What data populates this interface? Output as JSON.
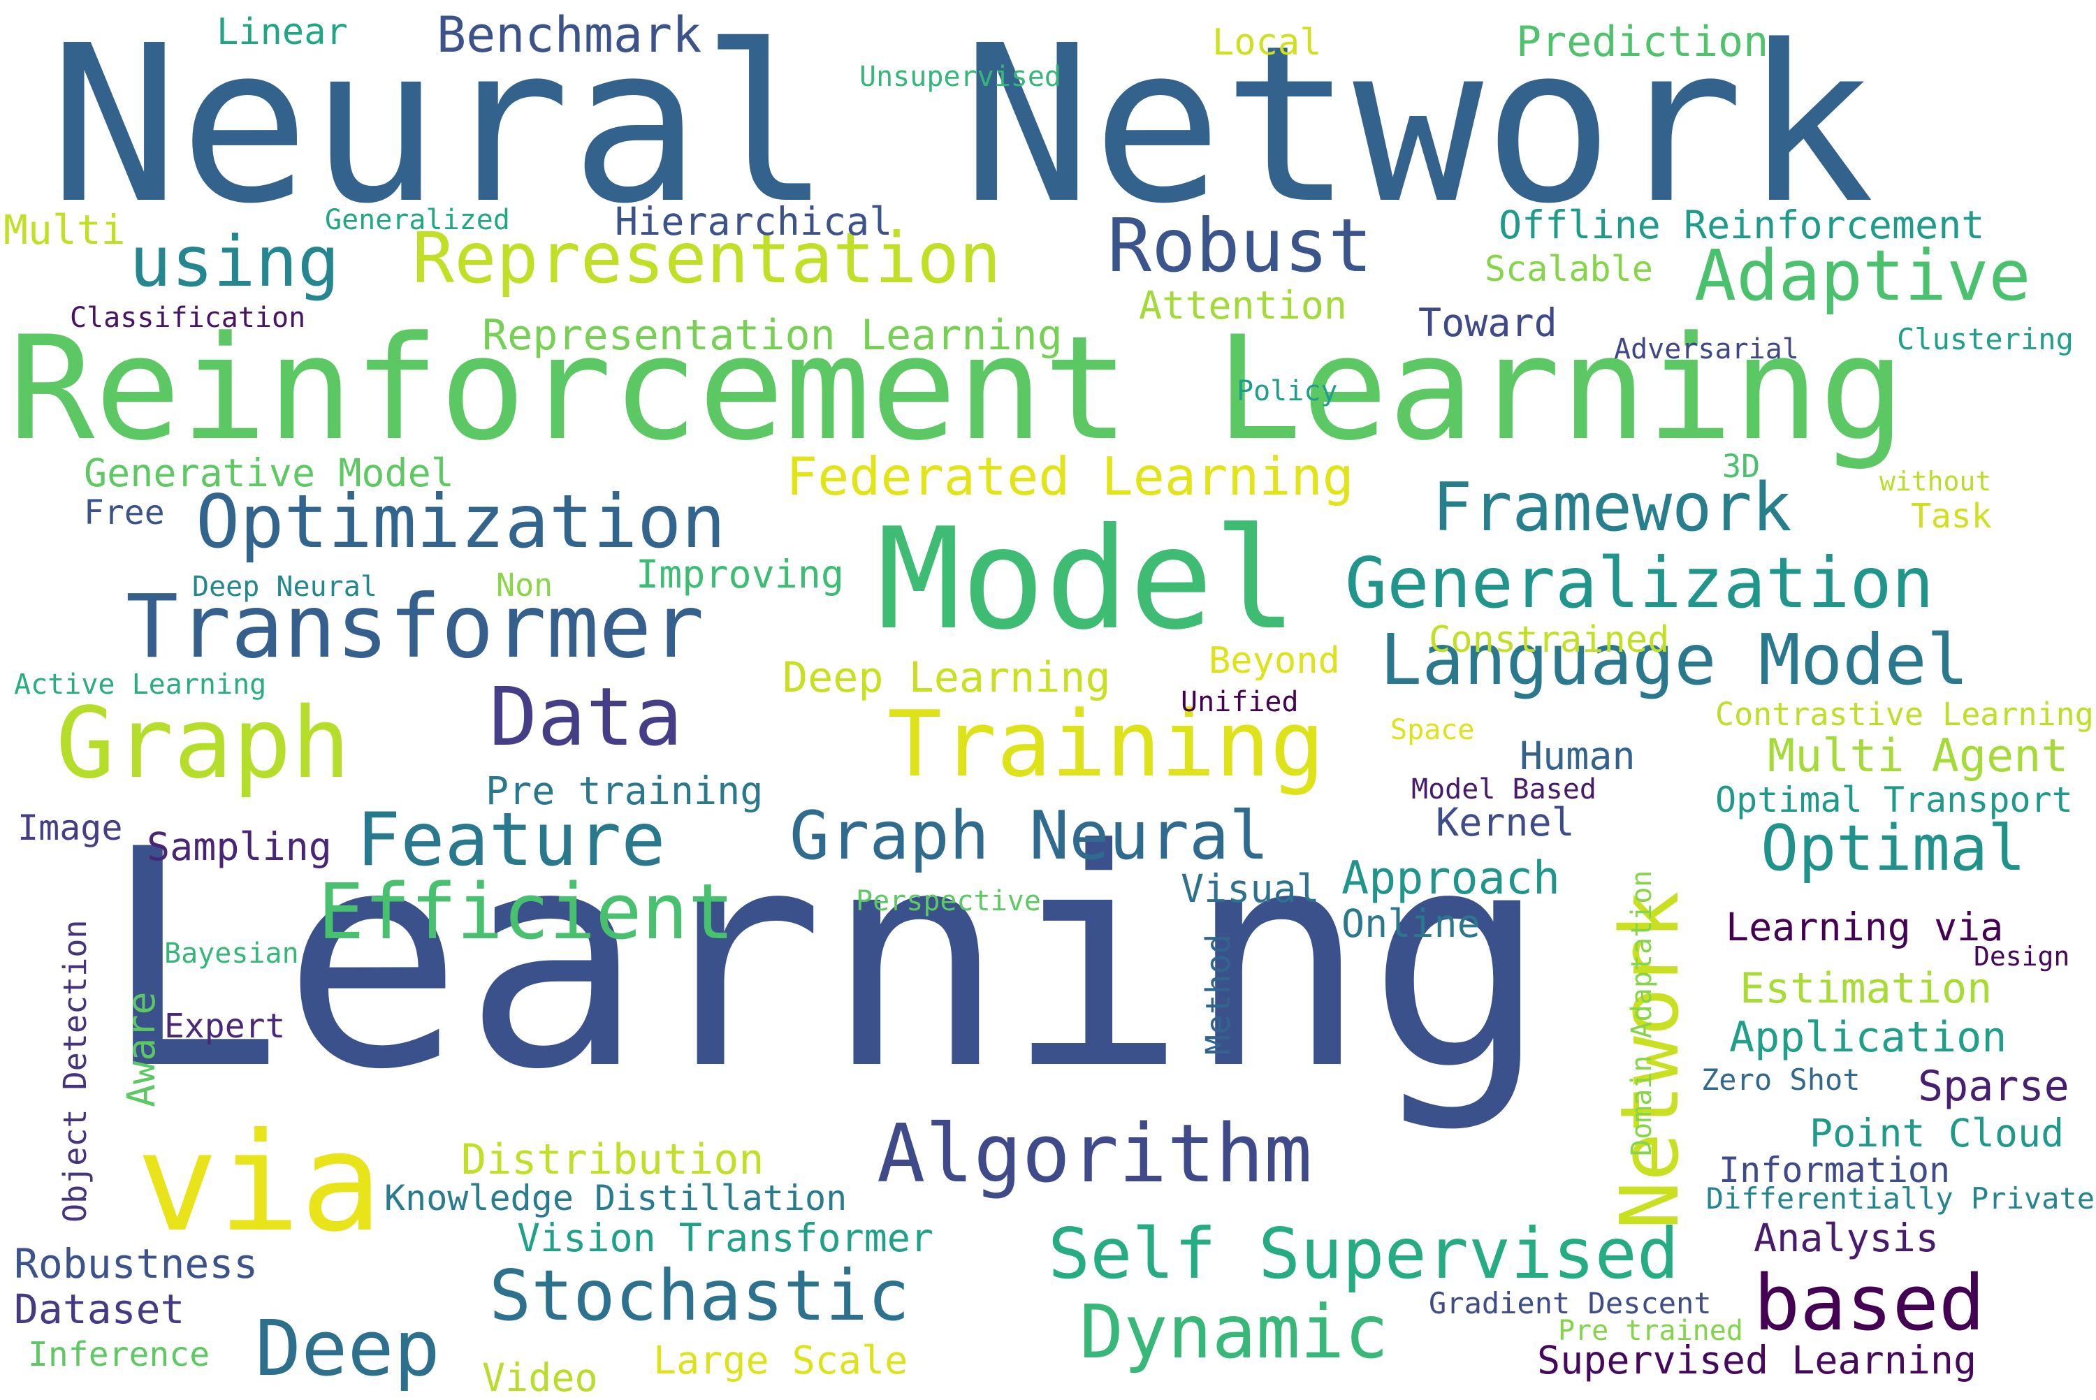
{
  "words": [
    {
      "text": "Neural Network",
      "color": "#33628d"
    },
    {
      "text": "Reinforcement Learning",
      "color": "#5cc863"
    },
    {
      "text": "Learning",
      "color": "#3b518b"
    },
    {
      "text": "Model",
      "color": "#3fbc73"
    },
    {
      "text": "Network",
      "color": "#c8e020"
    },
    {
      "text": "via",
      "color": "#e8e419"
    },
    {
      "text": "Training",
      "color": "#dde318"
    },
    {
      "text": "Graph",
      "color": "#b5de2b"
    },
    {
      "text": "Transformer",
      "color": "#35608d"
    },
    {
      "text": "Algorithm",
      "color": "#3e4a89"
    },
    {
      "text": "Robust",
      "color": "#3a548c"
    },
    {
      "text": "Optimization",
      "color": "#32658e"
    },
    {
      "text": "Generalization",
      "color": "#1f958b"
    },
    {
      "text": "Language Model",
      "color": "#2a788e"
    },
    {
      "text": "Representation",
      "color": "#c0df25"
    },
    {
      "text": "Adaptive",
      "color": "#4ac16d"
    },
    {
      "text": "using",
      "color": "#24868e"
    },
    {
      "text": "Framework",
      "color": "#277f8e"
    },
    {
      "text": "Data",
      "color": "#433e85"
    },
    {
      "text": "Efficient",
      "color": "#48c16e"
    },
    {
      "text": "Feature",
      "color": "#29798e"
    },
    {
      "text": "Graph Neural",
      "color": "#2f6b8e"
    },
    {
      "text": "Stochastic",
      "color": "#2c728e"
    },
    {
      "text": "Self Supervised",
      "color": "#25ac82"
    },
    {
      "text": "Dynamic",
      "color": "#37b878"
    },
    {
      "text": "based",
      "color": "#440154"
    },
    {
      "text": "Deep",
      "color": "#2d708e"
    },
    {
      "text": "Optimal",
      "color": "#20928c"
    },
    {
      "text": "Federated Learning",
      "color": "#e2e418"
    },
    {
      "text": "Benchmark",
      "color": "#3b528b"
    },
    {
      "text": "Prediction",
      "color": "#4ec36b"
    },
    {
      "text": "Linear",
      "color": "#21a685"
    },
    {
      "text": "Local",
      "color": "#cde11d"
    },
    {
      "text": "Unsupervised",
      "color": "#35b779"
    },
    {
      "text": "Multi",
      "color": "#c2df23"
    },
    {
      "text": "Generalized",
      "color": "#22a785"
    },
    {
      "text": "Hierarchical",
      "color": "#3b528b"
    },
    {
      "text": "Offline Reinforcement",
      "color": "#1e9b8a"
    },
    {
      "text": "Scalable",
      "color": "#86d549"
    },
    {
      "text": "Classification",
      "color": "#471365"
    },
    {
      "text": "Representation Learning",
      "color": "#75d054"
    },
    {
      "text": "Attention",
      "color": "#a2da37"
    },
    {
      "text": "Toward",
      "color": "#3e4989"
    },
    {
      "text": "Adversarial",
      "color": "#3f4788"
    },
    {
      "text": "Clustering",
      "color": "#1fa088"
    },
    {
      "text": "Policy",
      "color": "#1f9e89"
    },
    {
      "text": "Generative Model",
      "color": "#5ec962"
    },
    {
      "text": "3D",
      "color": "#4ac16d"
    },
    {
      "text": "without",
      "color": "#b8de29"
    },
    {
      "text": "Free",
      "color": "#3b528b"
    },
    {
      "text": "Task",
      "color": "#d0e11c"
    },
    {
      "text": "Deep Neural",
      "color": "#23888e"
    },
    {
      "text": "Non",
      "color": "#8bd646"
    },
    {
      "text": "Improving",
      "color": "#3dbc74"
    },
    {
      "text": "Constrained",
      "color": "#c2df23"
    },
    {
      "text": "Beyond",
      "color": "#dde318"
    },
    {
      "text": "Active Learning",
      "color": "#27ad81"
    },
    {
      "text": "Deep Learning",
      "color": "#c8e020"
    },
    {
      "text": "Unified",
      "color": "#440154"
    },
    {
      "text": "Contrastive Learning",
      "color": "#bddf26"
    },
    {
      "text": "Space",
      "color": "#dde318"
    },
    {
      "text": "Human",
      "color": "#33638d"
    },
    {
      "text": "Multi Agent",
      "color": "#a5db36"
    },
    {
      "text": "Model Based",
      "color": "#481a6c"
    },
    {
      "text": "Optimal Transport",
      "color": "#1f9a8a"
    },
    {
      "text": "Pre training",
      "color": "#2a788e"
    },
    {
      "text": "Image",
      "color": "#433e85"
    },
    {
      "text": "Sampling",
      "color": "#482576"
    },
    {
      "text": "Kernel",
      "color": "#3e4c8a"
    },
    {
      "text": "Approach",
      "color": "#1f958b"
    },
    {
      "text": "Visual",
      "color": "#2d718e"
    },
    {
      "text": "Online",
      "color": "#2a788e"
    },
    {
      "text": "Perspective",
      "color": "#5ec962"
    },
    {
      "text": "Object Detection",
      "color": "#46337e"
    },
    {
      "text": "Bayesian",
      "color": "#35b779"
    },
    {
      "text": "Learning via",
      "color": "#440154"
    },
    {
      "text": "Design",
      "color": "#46075a"
    },
    {
      "text": "Estimation",
      "color": "#a8db34"
    },
    {
      "text": "Domain Adaptation",
      "color": "#86d549"
    },
    {
      "text": "Method",
      "color": "#32658e"
    },
    {
      "text": "Expert",
      "color": "#482878"
    },
    {
      "text": "Aware",
      "color": "#5cc863"
    },
    {
      "text": "Application",
      "color": "#1f9e89"
    },
    {
      "text": "Zero Shot",
      "color": "#31688e"
    },
    {
      "text": "Sparse",
      "color": "#481f70"
    },
    {
      "text": "Point Cloud",
      "color": "#1f9a8a"
    },
    {
      "text": "Distribution",
      "color": "#c0df25"
    },
    {
      "text": "Knowledge Distillation",
      "color": "#297b8e"
    },
    {
      "text": "Information",
      "color": "#3e4a89"
    },
    {
      "text": "Differentially Private",
      "color": "#25858e"
    },
    {
      "text": "Vision Transformer",
      "color": "#1fa188"
    },
    {
      "text": "Analysis",
      "color": "#481b6d"
    },
    {
      "text": "Robustness",
      "color": "#3b528b"
    },
    {
      "text": "Dataset",
      "color": "#443983"
    },
    {
      "text": "Gradient Descent",
      "color": "#3e4c8a"
    },
    {
      "text": "Inference",
      "color": "#5ec962"
    },
    {
      "text": "Pre trained",
      "color": "#84d44b"
    },
    {
      "text": "Large Scale",
      "color": "#dde318"
    },
    {
      "text": "Video",
      "color": "#b8de29"
    },
    {
      "text": "Supervised Learning",
      "color": "#46085c"
    }
  ]
}
